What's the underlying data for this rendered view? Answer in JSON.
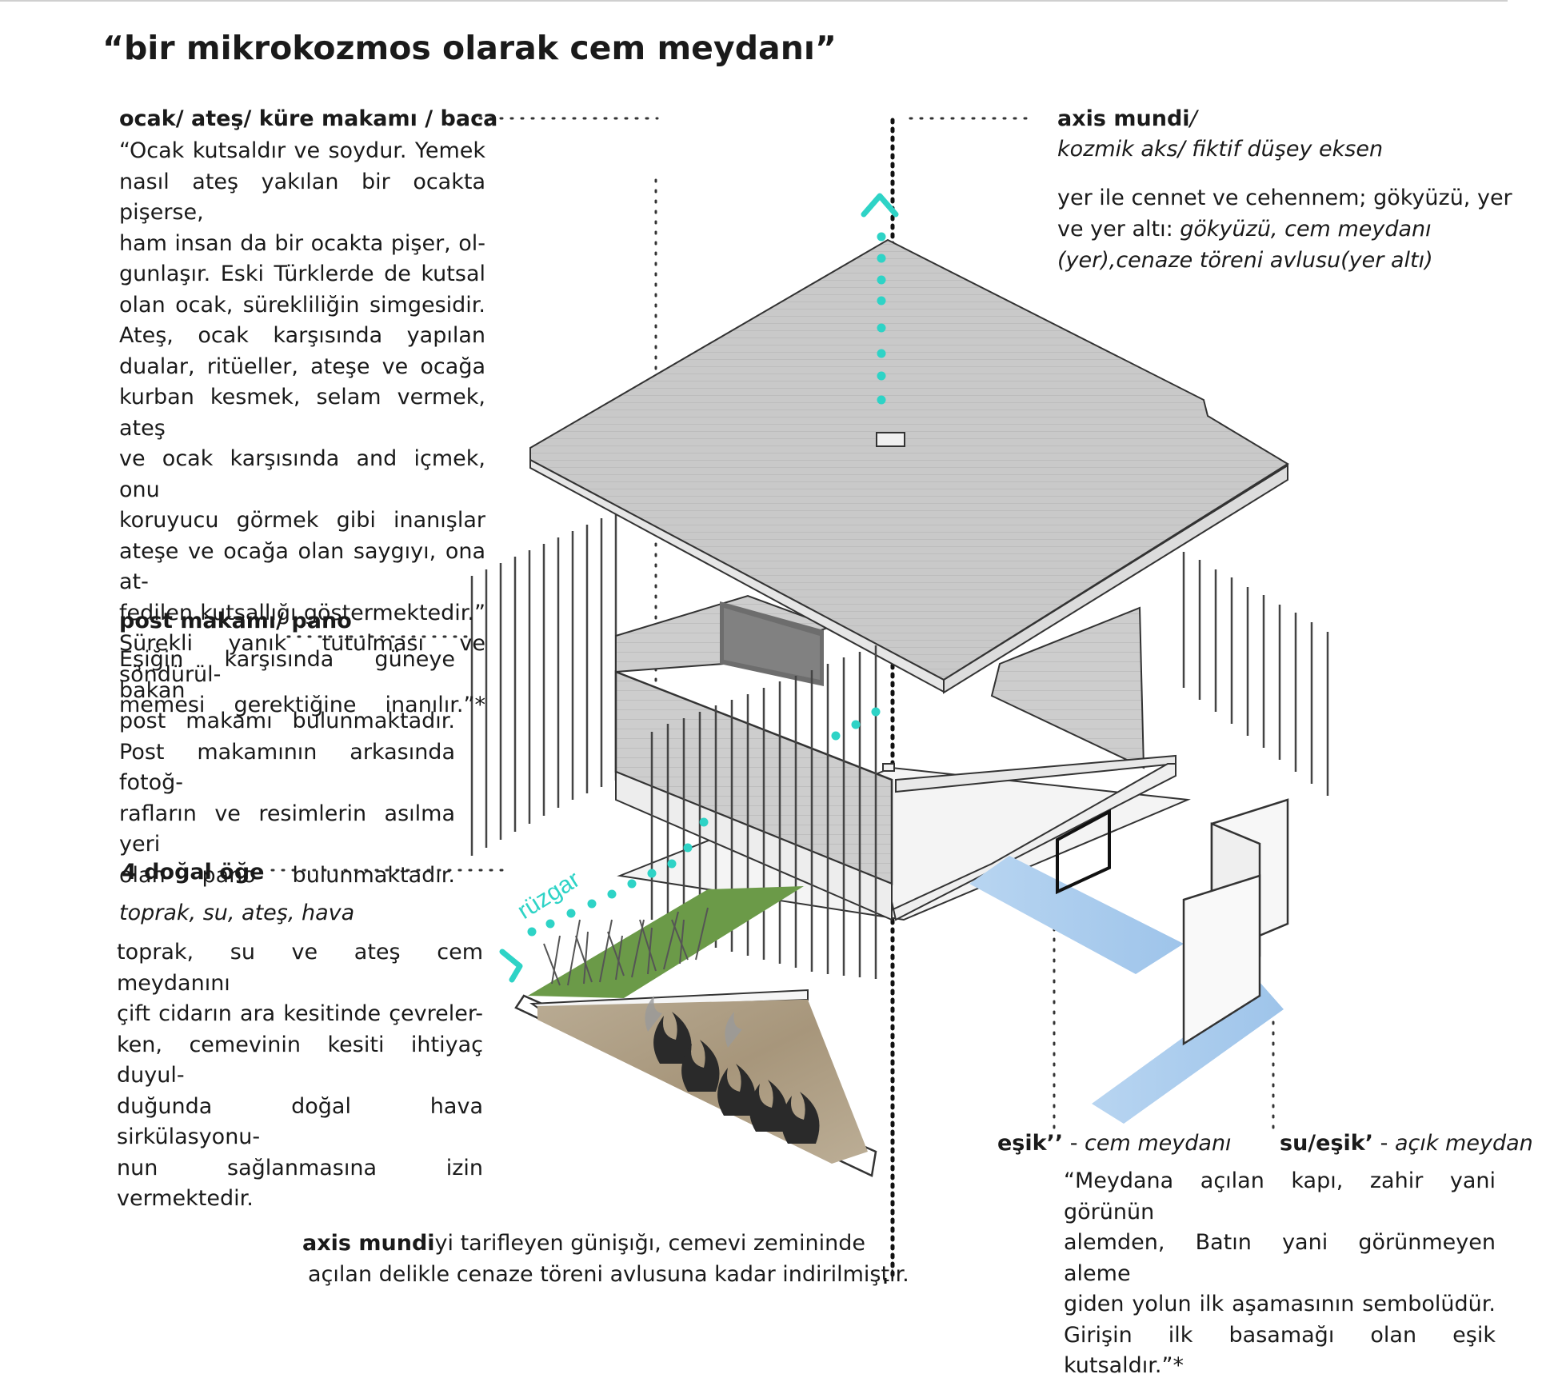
{
  "title": "“bir mikrokozmos olarak cem meydanı”",
  "ocak": {
    "heading": "ocak/ ateş/ küre makamı / baca",
    "lines": [
      "“Ocak kutsaldır ve soydur. Yemek",
      "nasıl ateş yakılan bir ocakta pişerse,",
      "ham insan da bir ocakta pişer, ol-",
      "gunlaşır. Eski Türklerde de kutsal",
      "olan ocak, sürekliliğin simgesidir.",
      "Ateş, ocak karşısında yapılan",
      "dualar, ritüeller, ateşe ve ocağa",
      "kurban kesmek, selam vermek, ateş",
      "ve ocak karşısında and içmek, onu",
      "koruyucu görmek gibi inanışlar",
      "ateşe ve ocağa olan saygıyı, ona at-",
      "fedilen kutsallığı göstermektedir.”",
      "Sürekli yanık tutulması ve söndürül-",
      "memesi gerektiğine inanılır.”*"
    ]
  },
  "post": {
    "heading": "post makamı/ pano",
    "lines": [
      "Eşiğin karşısında güneye bakan",
      "post makamı bulunmaktadır.",
      "Post makamının arkasında fotoğ-",
      "rafların ve resimlerin asılma yeri",
      "olan pano bulunmaktadır."
    ]
  },
  "dogal": {
    "heading": "4 doğal öğe",
    "subheading": "toprak, su, ateş, hava",
    "lines": [
      "toprak, su ve ateş cem meydanını",
      "çift cidarın ara kesitinde çevreler-",
      "ken, cemevinin kesiti ihtiyaç duyul-",
      "duğunda doğal hava sirkülasyonu-",
      "nun sağlanmasına izin vermektedir."
    ]
  },
  "axis": {
    "heading": "axis mundi",
    "heading_slash": "/",
    "subheading": "kozmik aks/ fiktif düşey eksen",
    "line1": "yer ile cennet ve cehennem;  gökyüzü, yer",
    "line2_a": "ve yer altı: ",
    "line2_b": "gökyüzü, cem meydanı",
    "line3": "(yer),cenaze töreni avlusu(yer altı)"
  },
  "bottom": {
    "bold": "axis mundi",
    "rest": "yi tarifleyen günişığı, cemevi zemininde",
    "line2": "açılan delikle cenaze töreni avlusuna kadar indirilmiştir."
  },
  "esik": {
    "label_bold": "eşik’’",
    "label_rest": " - ",
    "label_ital": "cem meydanı",
    "su_bold": "su/eşik’",
    "su_rest": " - ",
    "su_ital": "açık meydan",
    "lines": [
      "“Meydana açılan kapı, zahir yani görünün",
      "alemden, Batın yani görünmeyen aleme",
      "giden yolun ilk aşamasının sembolüdür.",
      "Girişin ilk basamağı olan eşik kutsaldır.”*"
    ]
  },
  "ruzgar": "rüzgar",
  "colors": {
    "accent": "#2ed3c6",
    "roof": "#c8c8c8",
    "water": "#a9ccec",
    "grass": "#6b9a48"
  }
}
